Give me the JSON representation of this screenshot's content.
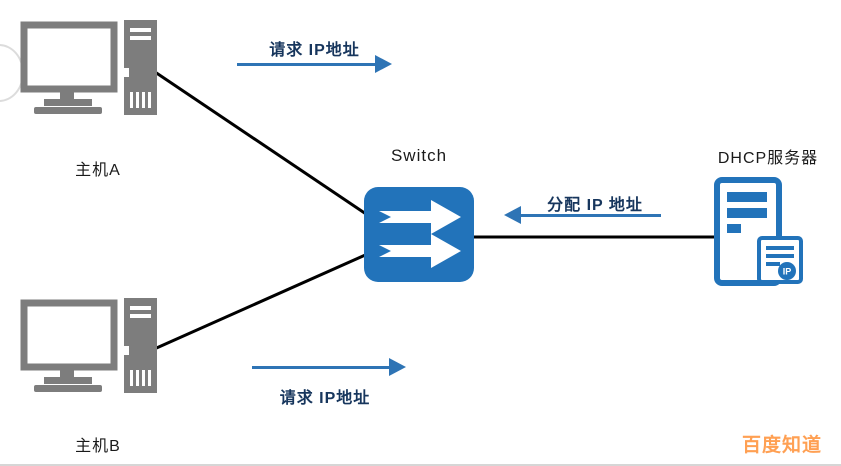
{
  "nodes": {
    "host_a": {
      "label": "主机A"
    },
    "host_b": {
      "label": "主机B"
    },
    "switch": {
      "label": "Switch"
    },
    "dhcp_server": {
      "label": "DHCP服务器",
      "ip_badge": "IP"
    }
  },
  "arrows": {
    "request_top": {
      "label": "请求 IP地址",
      "direction": "right"
    },
    "assign_middle": {
      "label": "分配 IP 地址",
      "direction": "left"
    },
    "request_bottom": {
      "label": "请求 IP地址",
      "direction": "right"
    }
  },
  "watermark": {
    "label": "百度知道"
  },
  "colors": {
    "arrow_blue": "#2e74b5",
    "label_navy": "#17365d",
    "device_blue": "#2273ba",
    "device_gray": "#7d7d7d",
    "connector_black": "#000000",
    "watermark_orange": "#ff9b4a"
  }
}
